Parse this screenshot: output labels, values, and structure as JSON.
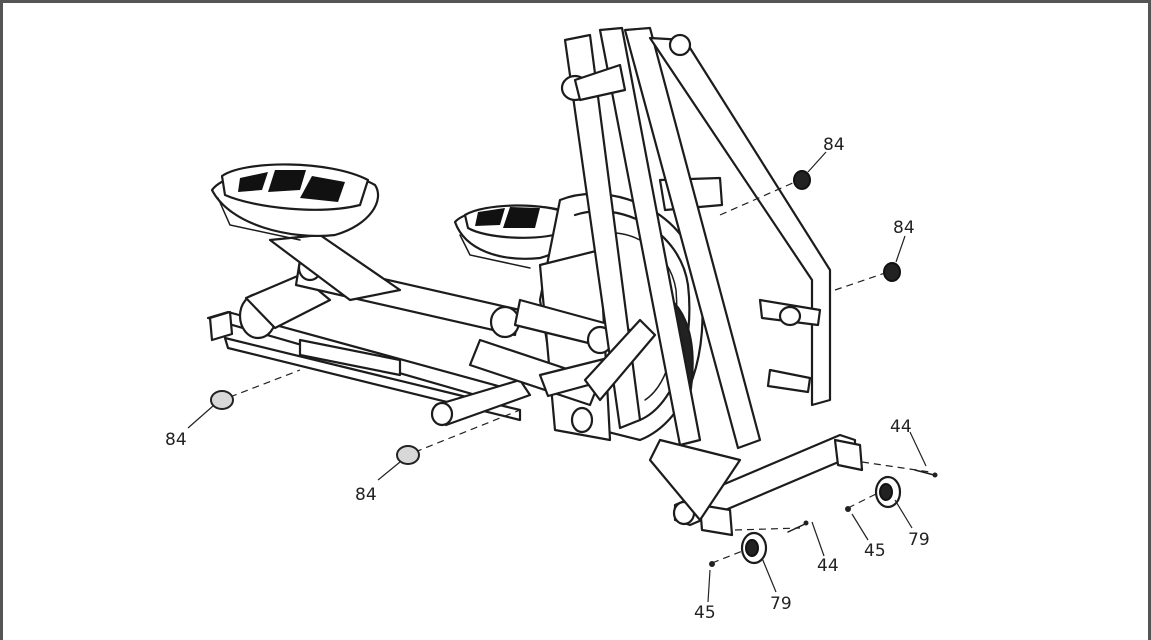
{
  "diagram": {
    "parts": [
      {
        "id": "end-cap-top-1",
        "label": "84"
      },
      {
        "id": "end-cap-top-2",
        "label": "84"
      },
      {
        "id": "end-cap-left",
        "label": "84"
      },
      {
        "id": "end-cap-center",
        "label": "84"
      },
      {
        "id": "bolt-right",
        "label": "44"
      },
      {
        "id": "bolt-center",
        "label": "44"
      },
      {
        "id": "nut-right",
        "label": "45"
      },
      {
        "id": "nut-left",
        "label": "45"
      },
      {
        "id": "wheel-right",
        "label": "79"
      },
      {
        "id": "wheel-left",
        "label": "79"
      }
    ]
  }
}
